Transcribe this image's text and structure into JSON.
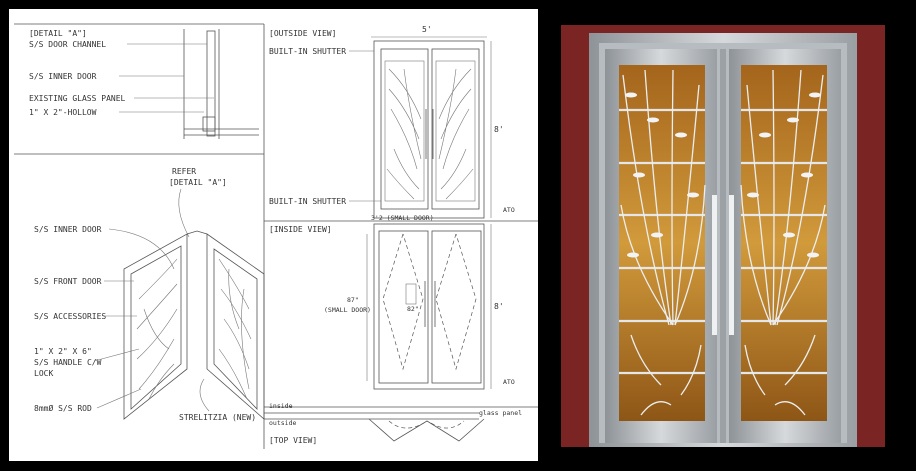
{
  "drawing": {
    "detail": {
      "title": "[DETAIL \"A\"]",
      "labels": [
        "S/S DOOR CHANNEL",
        "S/S INNER DOOR",
        "EXISTING GLASS PANEL",
        "1\" X 2\"-HOLLOW"
      ]
    },
    "iso": {
      "refer": "REFER",
      "refer_detail": "[DETAIL \"A\"]",
      "labels": [
        "S/S INNER DOOR",
        "S/S FRONT DOOR",
        "S/S ACCESSORIES",
        "1\" X 2\" X 6\"",
        "S/S HANDLE C/W",
        "LOCK",
        "8mmØ S/S ROD"
      ],
      "strelitzia": "STRELITZIA (NEW)"
    },
    "outside": {
      "title": "[OUTSIDE VIEW]",
      "top_dim": "5'",
      "shutter_top": "BUILT-IN SHUTTER",
      "shutter_bottom": "BUILT-IN SHUTTER",
      "height_dim": "8'",
      "ato": "ATO"
    },
    "inside": {
      "title": "[INSIDE VIEW]",
      "small_door": "3'2 (SMALL DOOR)",
      "dim87": "87\"",
      "small_door2": "(SMALL DOOR)",
      "dim82": "82\"",
      "height_dim": "8'",
      "ato": "ATO"
    },
    "top": {
      "inside": "inside",
      "outside": "outside",
      "glass_panel": "glass panel",
      "title": "[TOP VIEW]"
    }
  },
  "photo": {
    "frame_color": "#b0b4b8",
    "wood_color": "#c98a2c",
    "wall_color": "#8a2a2a"
  }
}
